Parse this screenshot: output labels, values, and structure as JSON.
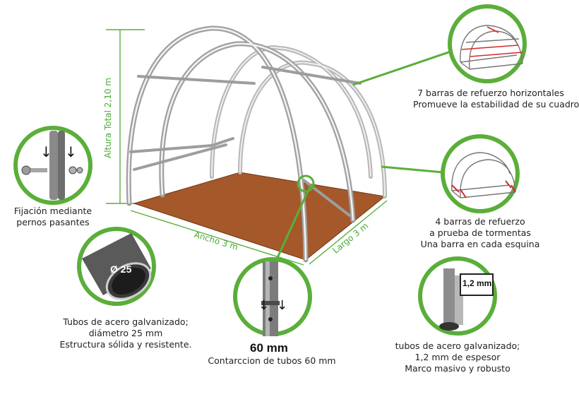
{
  "dimensions": {
    "height_label": "Altura Total 2,10 m",
    "width_label": "Ancho 3 m",
    "length_label": "Largo 3 m"
  },
  "callouts": {
    "bolts": {
      "lines": [
        "Fijación mediante",
        "pernos pasantes"
      ]
    },
    "tubes": {
      "badge": "Ø 25",
      "lines": [
        "Tubos de acero galvanizado;",
        "diámetro 25 mm",
        "Estructura sólida y resistente."
      ]
    },
    "joint": {
      "size": "60 mm",
      "text": "Contarccion de tubos 60 mm"
    },
    "horizontal_bars": {
      "lines": [
        "7 barras de refuerzo horizontales",
        "Promueve la estabilidad de su cuadro"
      ]
    },
    "storm_bars": {
      "lines": [
        "4 barras de refuerzo",
        "a prueba de tormentas",
        "Una barra en cada esquina"
      ]
    },
    "thickness": {
      "badge": "1,2 mm",
      "lines": [
        "tubos de acero galvanizado;",
        "1,2 mm de espesor",
        "Marco masivo y robusto"
      ]
    }
  },
  "colors": {
    "accent_green": "#5aae3a",
    "floor": "#a5582a",
    "frame": "#9a9a9a",
    "reinforce_red": "#d62a2a"
  }
}
